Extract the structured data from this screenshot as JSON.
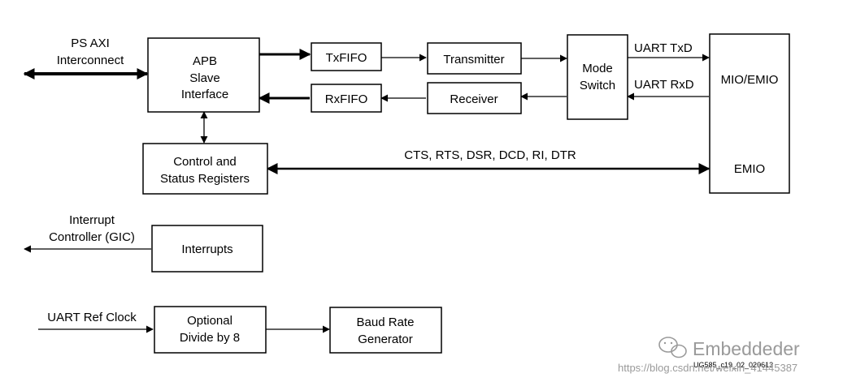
{
  "blocks": {
    "apb": [
      "APB",
      "Slave",
      "Interface"
    ],
    "txfifo": "TxFIFO",
    "rxfifo": "RxFIFO",
    "transmitter": "Transmitter",
    "receiver": "Receiver",
    "mode_switch": [
      "Mode",
      "Switch"
    ],
    "mio_emio_top": "MIO/EMIO",
    "mio_emio_bottom": "EMIO",
    "control_status": [
      "Control and",
      "Status Registers"
    ],
    "interrupts": "Interrupts",
    "optional_divide": [
      "Optional",
      "Divide by 8"
    ],
    "baud_rate": [
      "Baud Rate",
      "Generator"
    ]
  },
  "signals": {
    "ps_axi": [
      "PS AXI",
      "Interconnect"
    ],
    "uart_txd": "UART TxD",
    "uart_rxd": "UART RxD",
    "modem_lines": "CTS, RTS, DSR, DCD, RI, DTR",
    "interrupt_controller": [
      "Interrupt",
      "Controller (GIC)"
    ],
    "uart_ref_clock": "UART Ref Clock"
  },
  "figure_id": "UG585_c19_02_020613",
  "watermark": {
    "brand": "Embeddeder",
    "url": "https://blog.csdn.net/weixin_41445387"
  },
  "colors": {
    "line": "#000000",
    "watermark": "#9a9a9a"
  }
}
